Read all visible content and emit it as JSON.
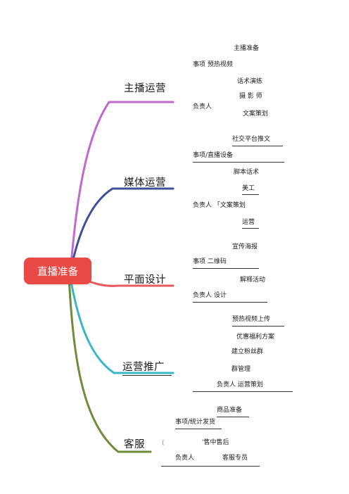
{
  "root": "直播准备",
  "colors": {
    "root_fill": "#ea4a45",
    "branch_1": "#c06ad0",
    "branch_2": "#3e4f9c",
    "branch_3": "#e75a5e",
    "branch_4": "#3ab6c6",
    "branch_5": "#6e8c3a"
  },
  "branches": [
    {
      "title": "主播运营",
      "items": {
        "a": "主播准备",
        "b": "事项  预热视频",
        "c": "话术演练",
        "d": "摄  影  师",
        "e": "负责人",
        "f": "文案策划"
      }
    },
    {
      "title": "媒体运营",
      "items": {
        "a": "社交平台推文",
        "b": "事项/直播设备",
        "c": "脚本话术",
        "d": "美工",
        "e": "负责人  「文案策划",
        "f": "运营"
      }
    },
    {
      "title": "平面设计",
      "items": {
        "a": "宣传海报",
        "b": "事项  二维码",
        "c": "解释活动",
        "d": "负责人  设计"
      }
    },
    {
      "title": "运营推广",
      "items": {
        "a": "预热视频上传",
        "b": "优惠福利方案",
        "c": "建立粉丝群",
        "d": "群管理",
        "e": "负责人  运营策划"
      }
    },
    {
      "title": "客服",
      "items": {
        "a": "商品准备",
        "b": "事项/统计发货",
        "c": "(",
        "d": "'售中售后",
        "e": "负责人",
        "f": "客服专员"
      }
    }
  ]
}
